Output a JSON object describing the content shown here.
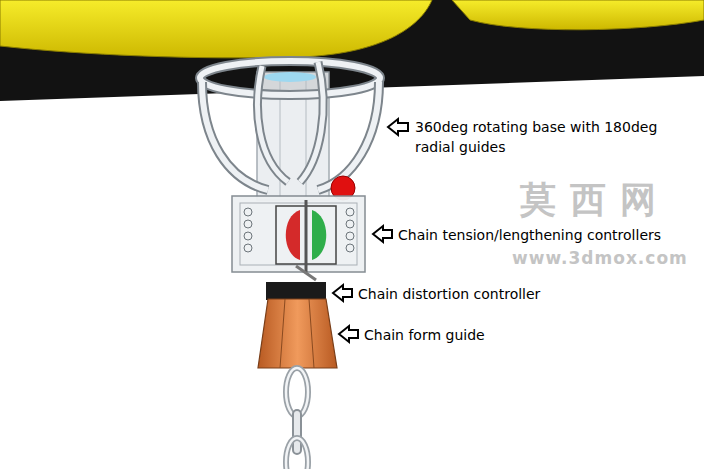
{
  "diagram": {
    "labels": [
      "360deg rotating base with 180deg radial guides",
      "Chain tension/lengthening controllers",
      "Chain distortion controller",
      "Chain form guide",
      "莫西网",
      "www.3dmox.com"
    ]
  }
}
